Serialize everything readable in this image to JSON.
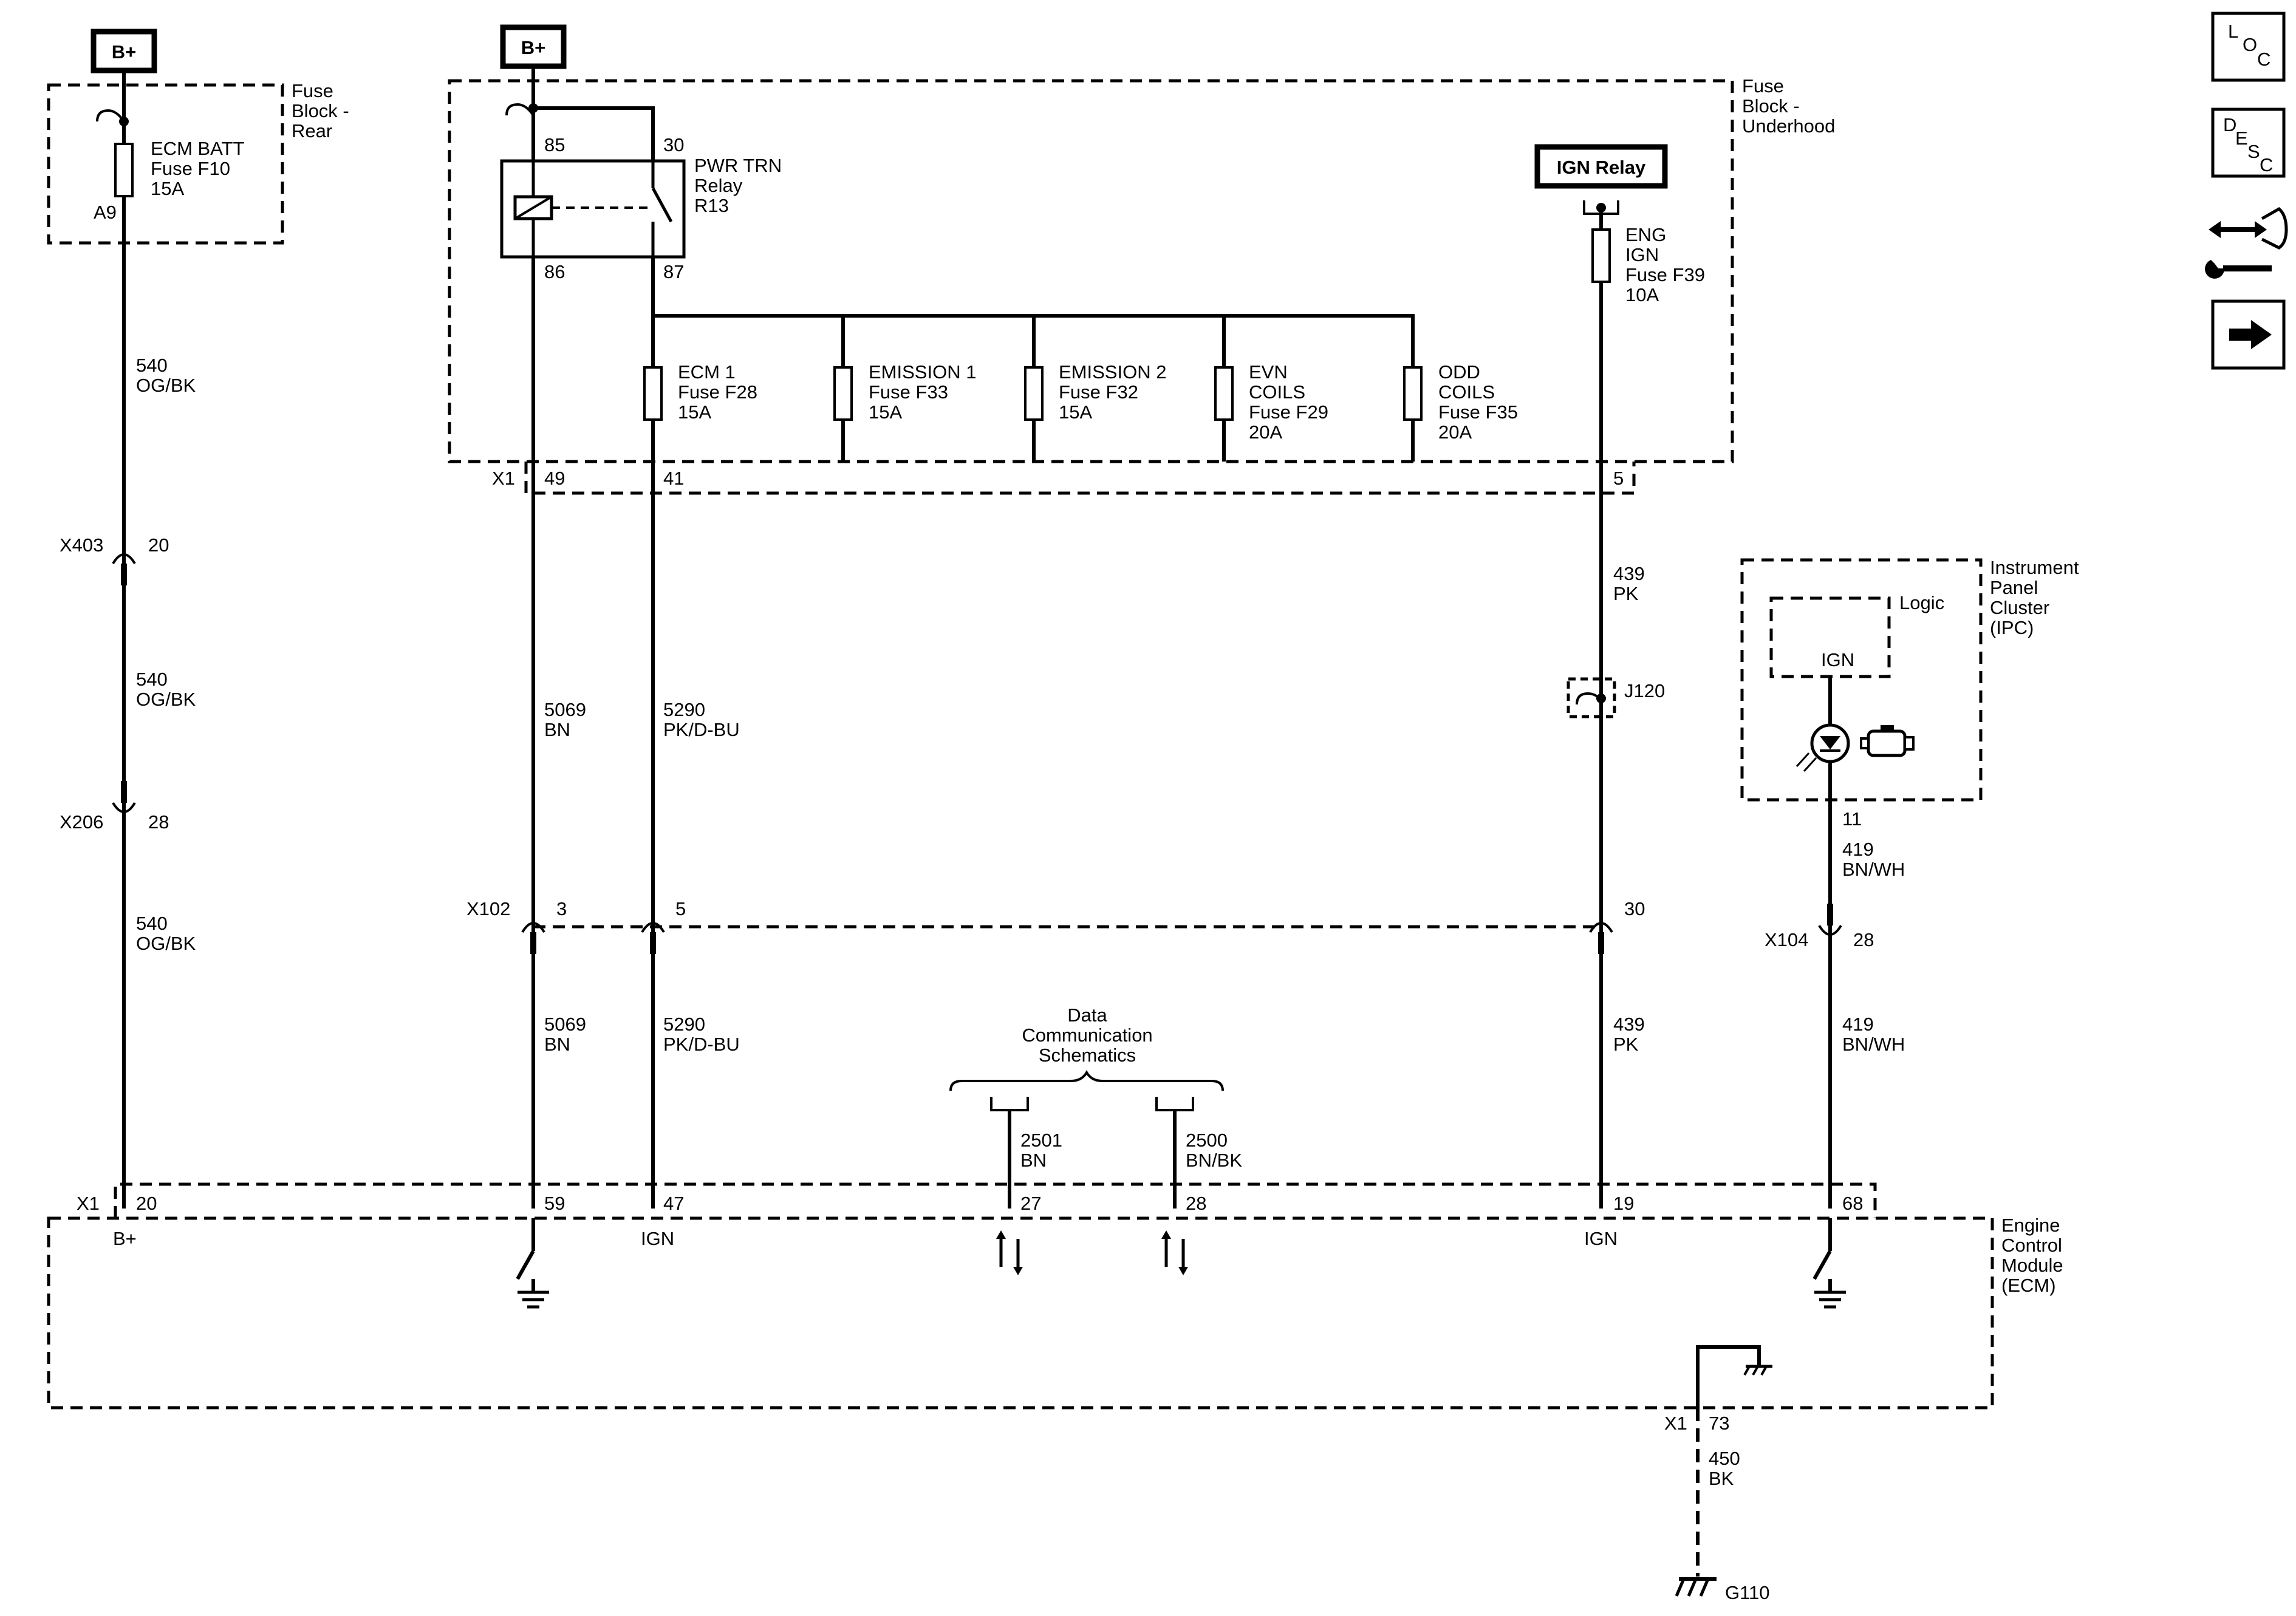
{
  "power_source_label": "B+",
  "ign_relay_label": "IGN Relay",
  "fuse_block_rear": {
    "title_1": "Fuse",
    "title_2": "Block -",
    "title_3": "Rear"
  },
  "fuse_block_underhood": {
    "title_1": "Fuse",
    "title_2": "Block -",
    "title_3": "Underhood"
  },
  "ecm_batt_fuse": {
    "line1": "ECM BATT",
    "line2": "Fuse F10",
    "line3": "15A",
    "pin": "A9"
  },
  "relay": {
    "line1": "PWR TRN",
    "line2": "Relay",
    "line3": "R13",
    "pin85": "85",
    "pin30": "30",
    "pin86": "86",
    "pin87": "87"
  },
  "fuses": [
    {
      "l1": "ECM 1",
      "l2": "Fuse F28",
      "l3": "15A",
      "l4": ""
    },
    {
      "l1": "EMISSION 1",
      "l2": "Fuse F33",
      "l3": "15A",
      "l4": ""
    },
    {
      "l1": "EMISSION 2",
      "l2": "Fuse F32",
      "l3": "15A",
      "l4": ""
    },
    {
      "l1": "EVN",
      "l2": "COILS",
      "l3": "Fuse F29",
      "l4": "20A"
    },
    {
      "l1": "ODD",
      "l2": "COILS",
      "l3": "Fuse F35",
      "l4": "20A"
    }
  ],
  "ign_fuse": {
    "l1": "ENG",
    "l2": "IGN",
    "l3": "Fuse F39",
    "l4": "10A"
  },
  "fb_connector": {
    "name": "X1",
    "pin_a": "49",
    "pin_b": "41",
    "pin_c": "5"
  },
  "wires": {
    "w540_num": "540",
    "w540_color": "OG/BK",
    "w5069_num": "5069",
    "w5069_color": "BN",
    "w5290_num": "5290",
    "w5290_color": "PK/D-BU",
    "w439_num": "439",
    "w439_color": "PK",
    "w419_num": "419",
    "w419_color": "BN/WH",
    "w2501_num": "2501",
    "w2501_color": "BN",
    "w2500_num": "2500",
    "w2500_color": "BN/BK",
    "w450_num": "450",
    "w450_color": "BK"
  },
  "connectors": {
    "x403": "X403",
    "x403_pin": "20",
    "x206": "X206",
    "x206_pin": "28",
    "x102": "X102",
    "x102_pin_a": "3",
    "x102_pin_b": "5",
    "x102_pin_c": "30",
    "x104": "X104",
    "x104_pin": "28",
    "j120": "J120"
  },
  "ipc": {
    "l1": "Instrument",
    "l2": "Panel",
    "l3": "Cluster",
    "l4": "(IPC)",
    "logic": "Logic",
    "ign": "IGN",
    "pin": "11"
  },
  "data_comm": {
    "l1": "Data",
    "l2": "Communication",
    "l3": "Schematics"
  },
  "ecm": {
    "l1": "Engine",
    "l2": "Control",
    "l3": "Module",
    "l4": "(ECM)",
    "conn": "X1",
    "pins": [
      "20",
      "59",
      "47",
      "27",
      "28",
      "19",
      "68"
    ],
    "pin_b_plus": "B+",
    "pin_ign_a": "IGN",
    "pin_ign_b": "IGN",
    "ground_conn": "X1",
    "ground_pin": "73"
  },
  "ground_label": "G110",
  "nav_icons": {
    "loc_1": "L",
    "loc_2": "O",
    "loc_3": "C",
    "desc_1": "D",
    "desc_2": "E",
    "desc_3": "S",
    "desc_4": "C"
  }
}
